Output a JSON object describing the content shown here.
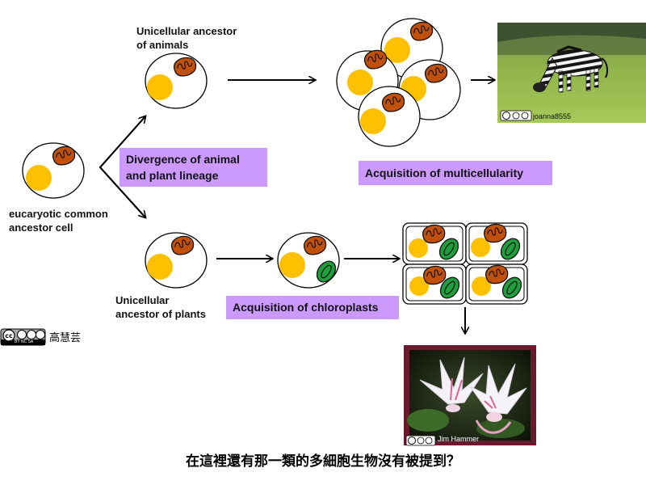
{
  "labels": {
    "animal_ancestor": [
      "Unicellular ancestor",
      "of animals"
    ],
    "common_ancestor": [
      "eucaryotic common",
      "ancestor cell"
    ],
    "plant_ancestor": [
      "Unicellular",
      "ancestor  of plants"
    ]
  },
  "boxes": {
    "divergence": [
      "Divergence of animal",
      "and plant lineage"
    ],
    "multicellularity": "Acquisition of multicellularity",
    "chloroplasts": "Acquisition of chloroplasts"
  },
  "credits": {
    "zebra": "joanna8555",
    "flower": "Jim  Hammer",
    "page_author": "高慧芸",
    "license_small": "BY  NC  SA"
  },
  "question": "在這裡還有那一類的多細胞生物沒有被提到？",
  "colors": {
    "nucleus": "#ffc000",
    "mitochondrion": "#c0500a",
    "chloroplast": "#1e9e3c",
    "box": "#cc99ff",
    "frame": "#6b1a2e"
  },
  "icons": [
    "cc-license-icon",
    "zebra-photo",
    "flower-photo"
  ]
}
